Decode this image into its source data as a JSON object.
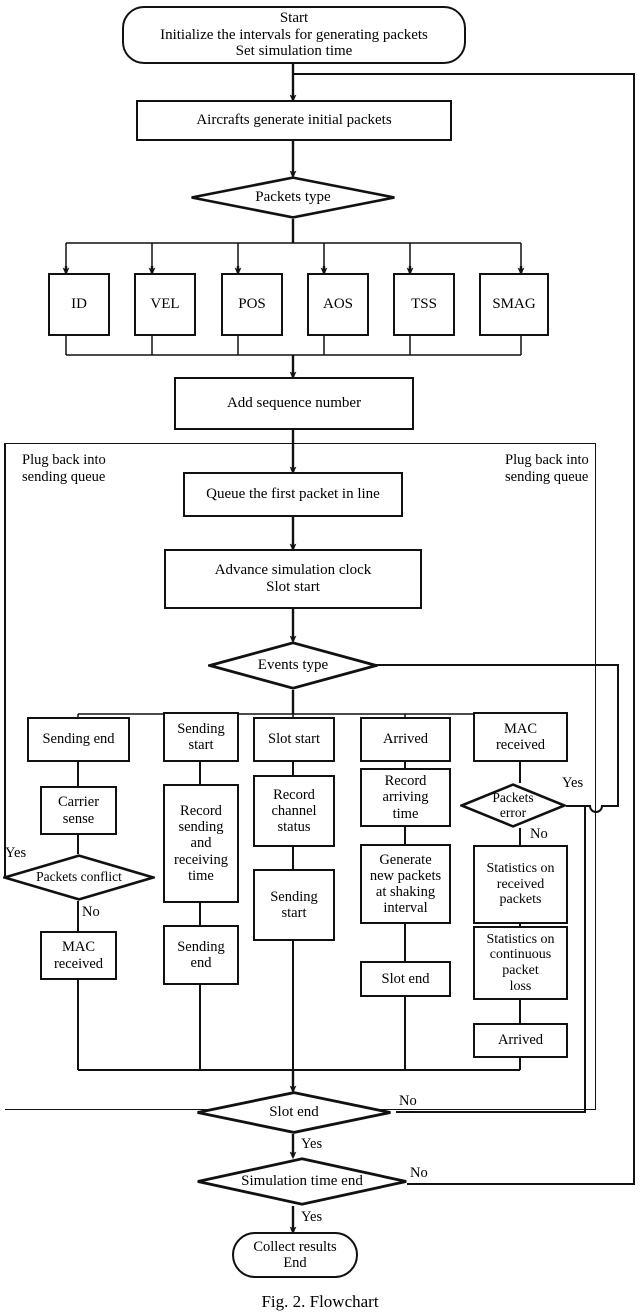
{
  "figure": {
    "caption": "Fig. 2. Flowchart",
    "type": "flowchart"
  },
  "nodes": {
    "start": {
      "lines": "Start\nInitialize the intervals for generating packets\nSet simulation time",
      "shape": "terminator"
    },
    "generate": {
      "label": "Aircrafts generate initial packets",
      "shape": "process"
    },
    "packets_type": {
      "label": "Packets type",
      "shape": "decision"
    },
    "packet_kinds": [
      {
        "label": "ID"
      },
      {
        "label": "VEL"
      },
      {
        "label": "POS"
      },
      {
        "label": "AOS"
      },
      {
        "label": "TSS"
      },
      {
        "label": "SMAG"
      }
    ],
    "add_sequence": {
      "label": "Add sequence number",
      "shape": "process"
    },
    "queue_first": {
      "label": "Queue the first packet in line",
      "shape": "process"
    },
    "advance_clock": {
      "lines": "Advance simulation clock\nSlot start",
      "shape": "process"
    },
    "events_type": {
      "label": "Events type",
      "shape": "decision"
    },
    "branch_sending_end": {
      "label": "Sending end",
      "shape": "process"
    },
    "carrier_sense": {
      "lines": "Carrier\nsense",
      "shape": "process"
    },
    "packets_conflict": {
      "label": "Packets conflict",
      "shape": "decision"
    },
    "mac_received_left": {
      "lines": "MAC\nreceived",
      "shape": "process"
    },
    "branch_sending_start": {
      "lines": "Sending\nstart",
      "shape": "process"
    },
    "record_sending": {
      "lines": "Record\nsending\nand\nreceiving\ntime",
      "shape": "process"
    },
    "sending_end_2": {
      "lines": "Sending\nend",
      "shape": "process"
    },
    "branch_slot_start": {
      "label": "Slot start",
      "shape": "process"
    },
    "record_channel": {
      "lines": "Record\nchannel\nstatus",
      "shape": "process"
    },
    "sending_start_2": {
      "lines": "Sending\nstart",
      "shape": "process"
    },
    "branch_arrived": {
      "label": "Arrived",
      "shape": "process"
    },
    "record_arriving": {
      "lines": "Record\narriving\ntime",
      "shape": "process"
    },
    "generate_new": {
      "lines": "Generate\nnew packets\nat shaking\ninterval",
      "shape": "process"
    },
    "slot_end_box": {
      "label": "Slot end",
      "shape": "process"
    },
    "branch_mac_received": {
      "lines": "MAC\nreceived",
      "shape": "process"
    },
    "packets_error": {
      "lines": "Packets\nerror",
      "shape": "decision"
    },
    "statistics_received": {
      "lines": "Statistics on\nreceived\npackets",
      "shape": "process"
    },
    "statistics_loss": {
      "lines": "Statistics on\ncontinuous\npacket\nloss",
      "shape": "process"
    },
    "arrived_2": {
      "label": "Arrived",
      "shape": "process"
    },
    "slot_end_decision": {
      "label": "Slot end",
      "shape": "decision"
    },
    "sim_time_end": {
      "label": "Simulation time end",
      "shape": "decision"
    },
    "collect_results": {
      "lines": "Collect results\nEnd",
      "shape": "terminator"
    }
  },
  "annotations": {
    "plug_back_left": "Plug back into\nsending queue",
    "plug_back_right": "Plug back into\nsending queue",
    "yes_conflict": "Yes",
    "no_conflict": "No",
    "yes_error": "Yes",
    "no_error": "No",
    "no_slot_end": "No",
    "yes_slot_end": "Yes",
    "no_sim_end": "No",
    "yes_sim_end": "Yes"
  },
  "style": {
    "stroke": "#111111",
    "background": "#ffffff"
  }
}
